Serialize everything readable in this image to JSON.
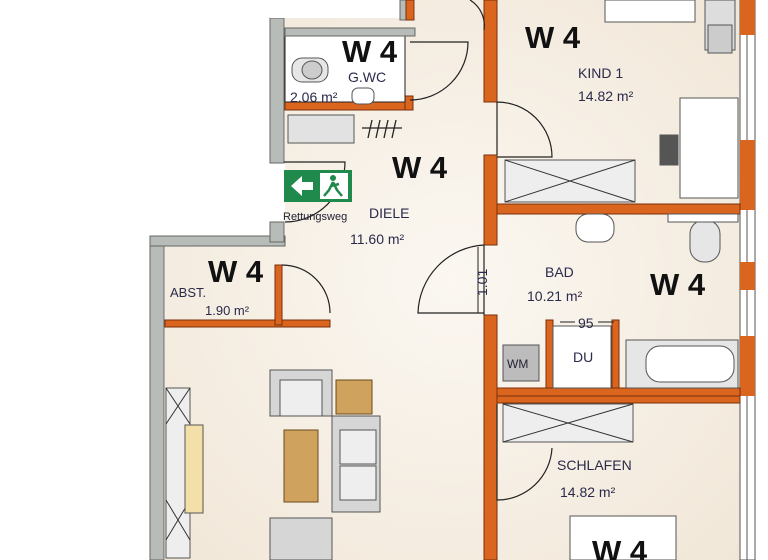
{
  "unit_label": "W 4",
  "rooms": {
    "gwc": {
      "name": "G.WC",
      "area": "2.06 m²"
    },
    "kind1": {
      "name": "KIND 1",
      "area": "14.82 m²"
    },
    "diele": {
      "name": "DIELE",
      "area": "11.60 m²"
    },
    "abst": {
      "name": "ABST.",
      "area": "1.90 m²"
    },
    "bad": {
      "name": "BAD",
      "area": "10.21 m²"
    },
    "du": {
      "name": "DU"
    },
    "schlafen": {
      "name": "SCHLAFEN",
      "area": "14.82 m²"
    }
  },
  "labels": {
    "escape_route": "Rettungsweg",
    "washing_machine": "WM",
    "shower_width": "95",
    "door_width": "1.01"
  },
  "colors": {
    "interior_wall": "#d9651f",
    "exterior_wall": "#b8bcb8",
    "floor": "#f6efe4",
    "exit_sign": "#1f8a4c"
  }
}
